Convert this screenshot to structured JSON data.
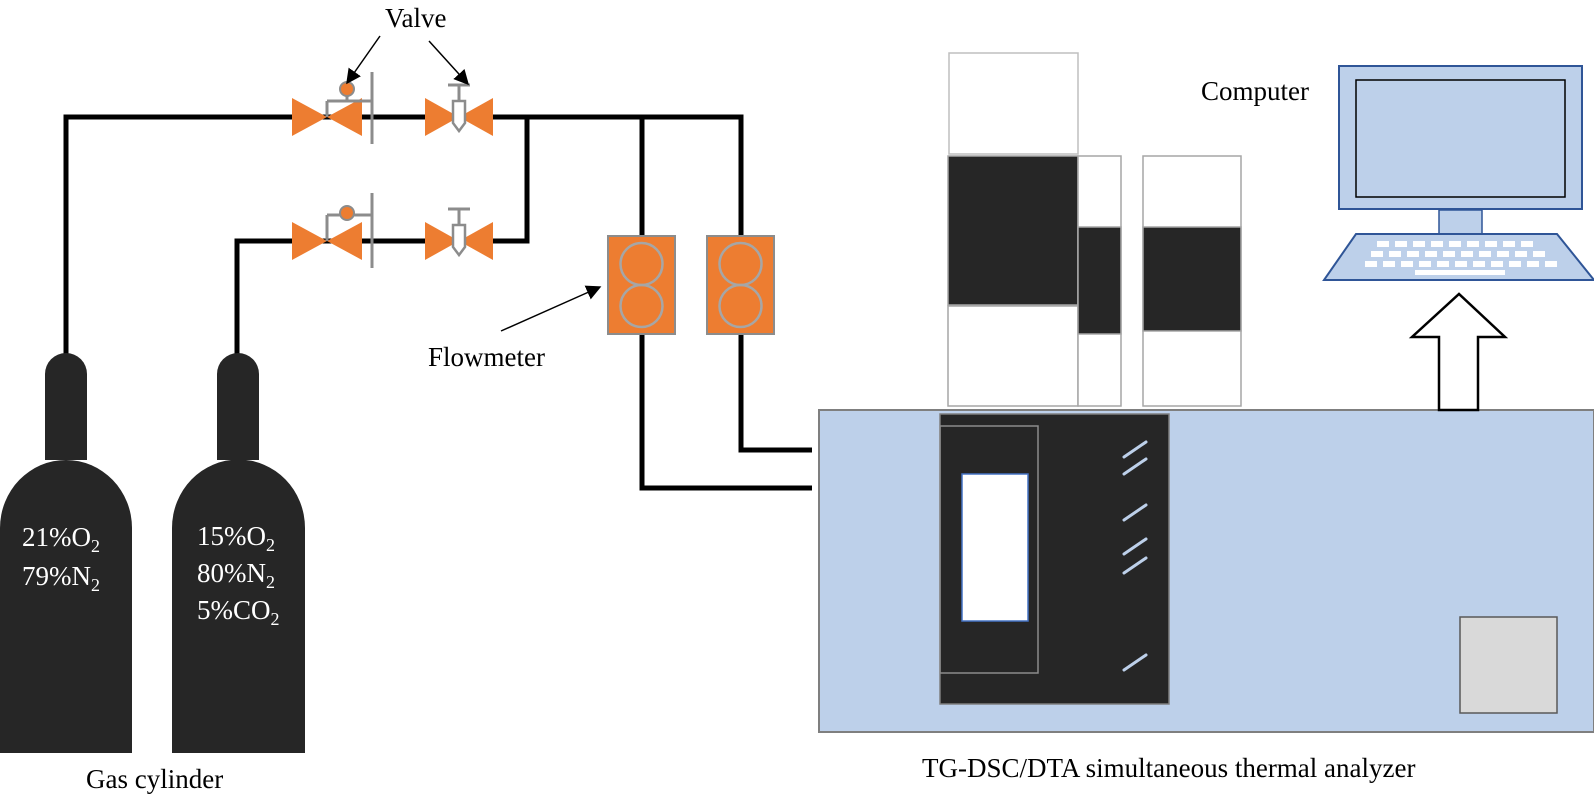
{
  "labels": {
    "valve": "Valve",
    "computer": "Computer",
    "flowmeter": "Flowmeter",
    "gas_cylinder": "Gas cylinder",
    "analyzer": "TG-DSC/DTA simultaneous thermal analyzer"
  },
  "cylinders": [
    {
      "lines": [
        {
          "prefix": "21%O",
          "sub": "2"
        },
        {
          "prefix": "79%N",
          "sub": "2"
        }
      ]
    },
    {
      "lines": [
        {
          "prefix": "15%O",
          "sub": "2"
        },
        {
          "prefix": "80%N",
          "sub": "2"
        },
        {
          "prefix": "5%CO",
          "sub": "2"
        }
      ]
    }
  ],
  "colors": {
    "pipe": "#000000",
    "cylinder": "#262626",
    "valve": "#ED7D31",
    "valve_stem": "#8C8C8C",
    "analyzer_body": "#BDD0EA",
    "analyzer_border": "#7F7F7F",
    "panel_dark": "#262626",
    "computer_fill": "#BDD0EA",
    "computer_border": "#2F5597",
    "square": "#D9D9D9"
  }
}
